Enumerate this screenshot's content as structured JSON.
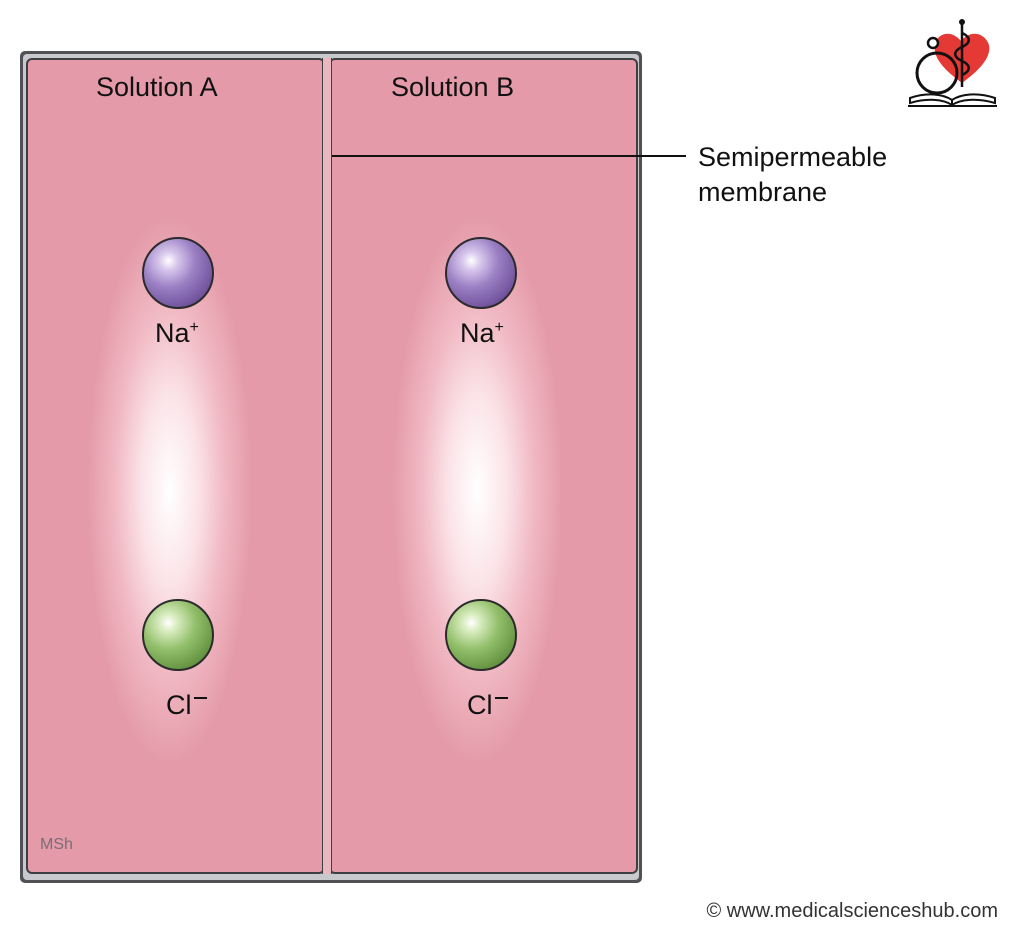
{
  "solutions": {
    "a_label": "Solution A",
    "b_label": "Solution B"
  },
  "ions": {
    "na_symbol": "Na",
    "na_charge": "+",
    "cl_symbol": "Cl"
  },
  "callout": {
    "line1": "Semipermeable",
    "line2": "membrane"
  },
  "watermark": "MSh",
  "copyright": "© www.medicalscienceshub.com",
  "colors": {
    "solution_pink": "#e9a3b0",
    "sodium_purple": "#8a6db8",
    "chloride_green": "#7fb25a",
    "logo_heart": "#e53935"
  },
  "icons": {
    "logo": "heart-stethoscope-book-logo"
  }
}
